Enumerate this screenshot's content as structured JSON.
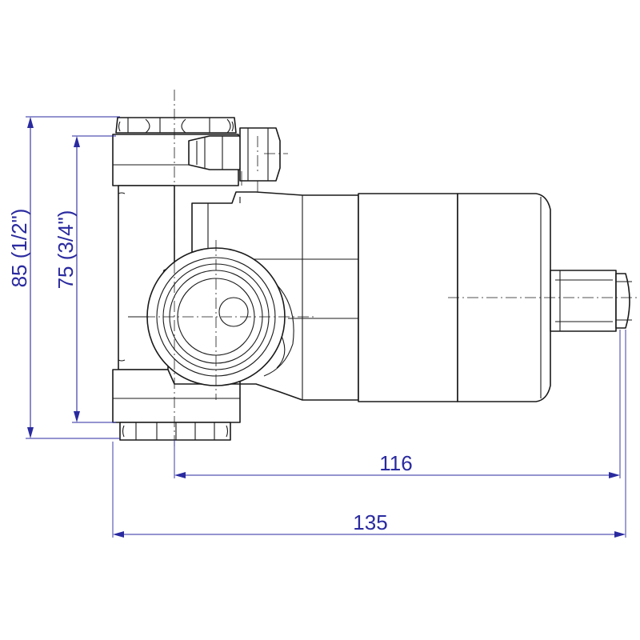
{
  "drawing": {
    "line_color": "#1a1a1a",
    "dimension_color": "#2a2aa0"
  },
  "dimensions": {
    "height_85": "85 (1/2\")",
    "height_75": "75 (3/4\")",
    "width_116": "116",
    "width_135": "135"
  }
}
